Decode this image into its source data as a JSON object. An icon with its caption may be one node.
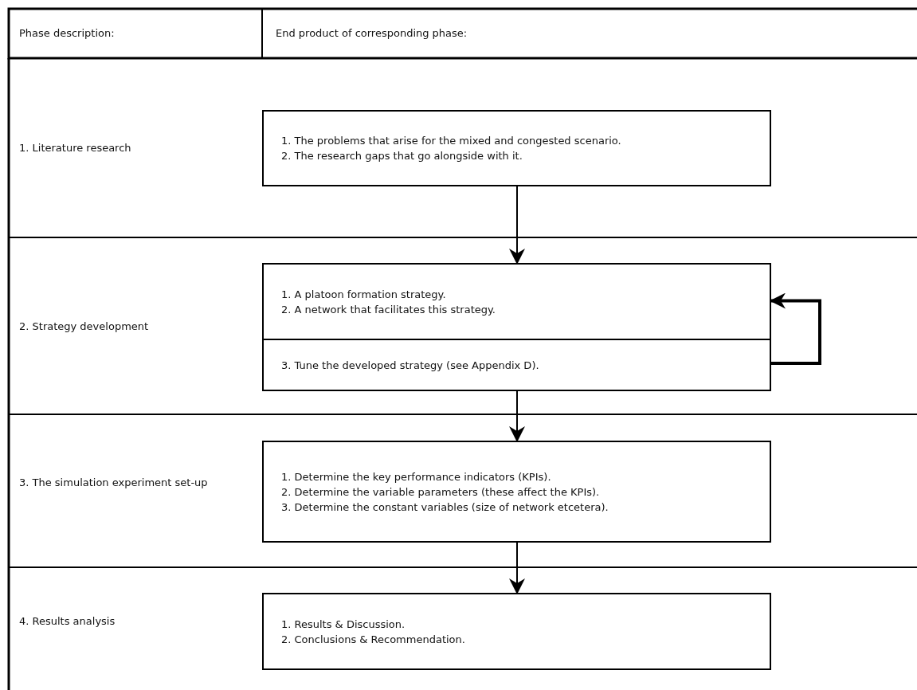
{
  "diagram": {
    "nodes": [
      {
        "text": [
          "1. The problems that arise for the mixed and congested scenario.",
          "2. The research gaps that go alongside with it."
        ]
      },
      {
        "text": [
          "1. A platoon formation strategy.",
          "2. A network that facilitates this strategy."
        ]
      },
      {
        "text": [
          "3. Tune the developed strategy (see Appendix D)."
        ]
      },
      {
        "text": [
          "1. Determine the key performance indicators (KPIs).",
          "2. Determine the variable parameters (these affect the KPIs).",
          "3. Determine the constant variables (size of network etcetera)."
        ]
      },
      {
        "text": [
          "1. Results & Discussion.",
          "2. Conclusions & Recommendation."
        ]
      }
    ],
    "edges": [
      {
        "from": 0,
        "to": 1,
        "arrow": "to"
      },
      {
        "from": 2,
        "to": 1,
        "arrow": "to",
        "style": "thick"
      },
      {
        "from": 2,
        "to": 3,
        "arrow": "to"
      },
      {
        "from": 3,
        "to": 4,
        "arrow": "to"
      }
    ],
    "labels": [
      "Phase description:",
      "End product of corresponding phase:",
      "1. Literature research",
      "2. Strategy development",
      "3. The simulation experiment set-up",
      "4. Results analysis"
    ]
  }
}
